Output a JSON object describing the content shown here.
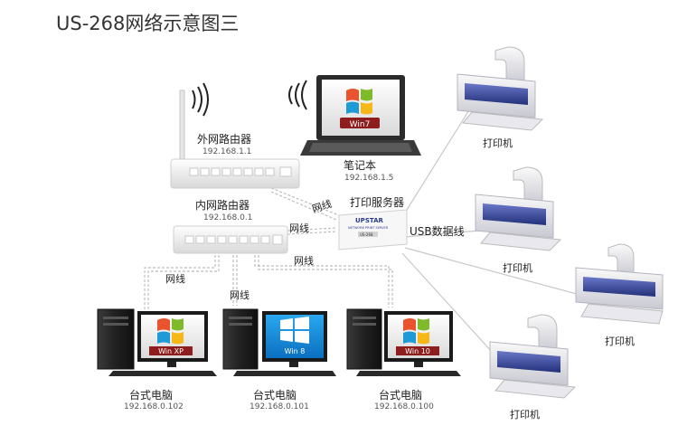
{
  "title": "US-268网络示意图三",
  "devices": {
    "outer_router": {
      "label": "外网路由器",
      "ip": "192.168.1.1"
    },
    "inner_router": {
      "label": "内网路由器",
      "ip": "192.168.0.1"
    },
    "laptop": {
      "label": "笔记本",
      "ip": "192.168.1.5",
      "screen_text": "Win7"
    },
    "print_server": {
      "label": "打印服务器",
      "brand": "UPSTAR",
      "sub": "NETWORK PRINT SERVER",
      "model": "US-268"
    },
    "pc1": {
      "label": "台式电脑",
      "ip": "192.168.0.102",
      "screen_text": "Win XP"
    },
    "pc2": {
      "label": "台式电脑",
      "ip": "192.168.0.101",
      "screen_text": "Win 8"
    },
    "pc3": {
      "label": "台式电脑",
      "ip": "192.168.0.100",
      "screen_text": "Win 10"
    }
  },
  "printers": [
    {
      "label": "打印机"
    },
    {
      "label": "打印机"
    },
    {
      "label": "打印机"
    },
    {
      "label": "打印机"
    }
  ],
  "connections": {
    "network_cable": "网线",
    "usb_cable": "USB数据线"
  }
}
